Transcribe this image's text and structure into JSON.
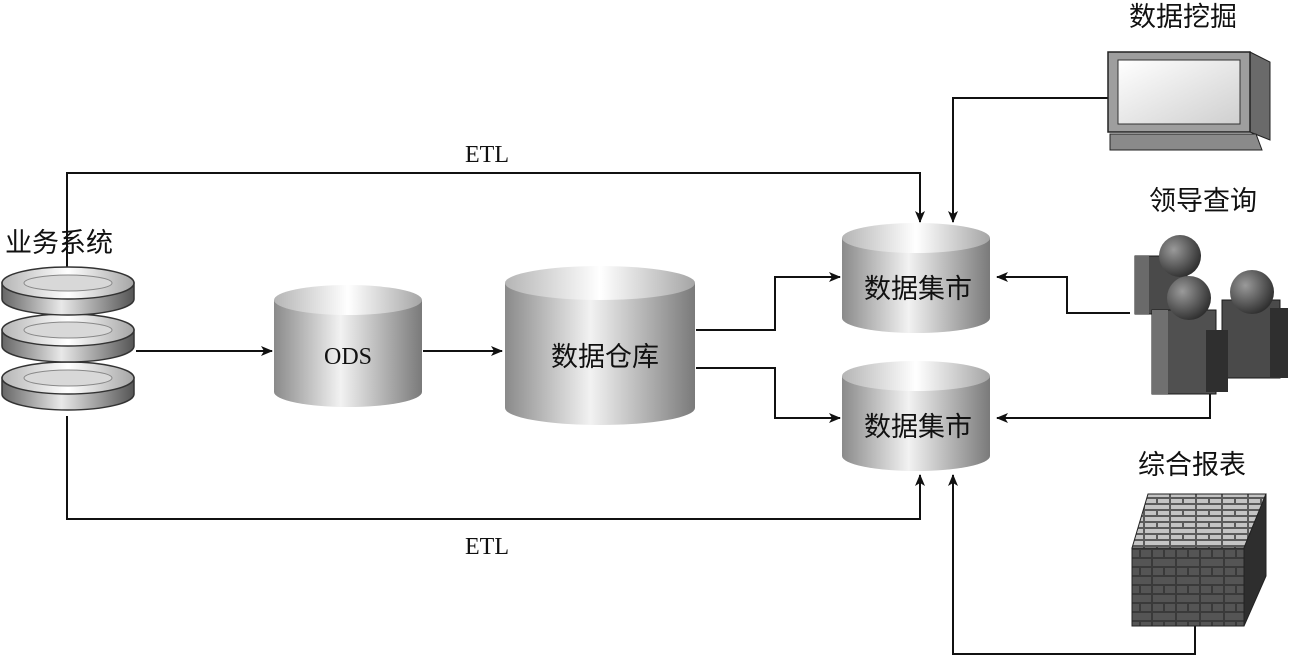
{
  "nodes": {
    "source": {
      "label": "业务系统"
    },
    "ods": {
      "label": "ODS"
    },
    "warehouse": {
      "label": "数据仓库"
    },
    "mart_top": {
      "label": "数据集市"
    },
    "mart_bottom": {
      "label": "数据集市"
    },
    "mining": {
      "label": "数据挖掘"
    },
    "query": {
      "label": "领导查询"
    },
    "report": {
      "label": "综合报表"
    }
  },
  "edges": {
    "etl_top": {
      "label": "ETL",
      "from": "source",
      "to": "mart_top"
    },
    "etl_bottom": {
      "label": "ETL",
      "from": "source",
      "to": "mart_bottom"
    },
    "source_to_ods": {
      "from": "source",
      "to": "ods"
    },
    "ods_to_warehouse": {
      "from": "ods",
      "to": "warehouse"
    },
    "warehouse_to_mart_top": {
      "from": "warehouse",
      "to": "mart_top"
    },
    "warehouse_to_mart_bottom": {
      "from": "warehouse",
      "to": "mart_bottom"
    },
    "mining_to_mart_top": {
      "from": "mining",
      "to": "mart_top"
    },
    "query_to_mart_top": {
      "from": "query",
      "to": "mart_top"
    },
    "query_to_mart_bottom": {
      "from": "query",
      "to": "mart_bottom"
    },
    "report_to_mart_bottom": {
      "from": "report",
      "to": "mart_bottom"
    }
  }
}
